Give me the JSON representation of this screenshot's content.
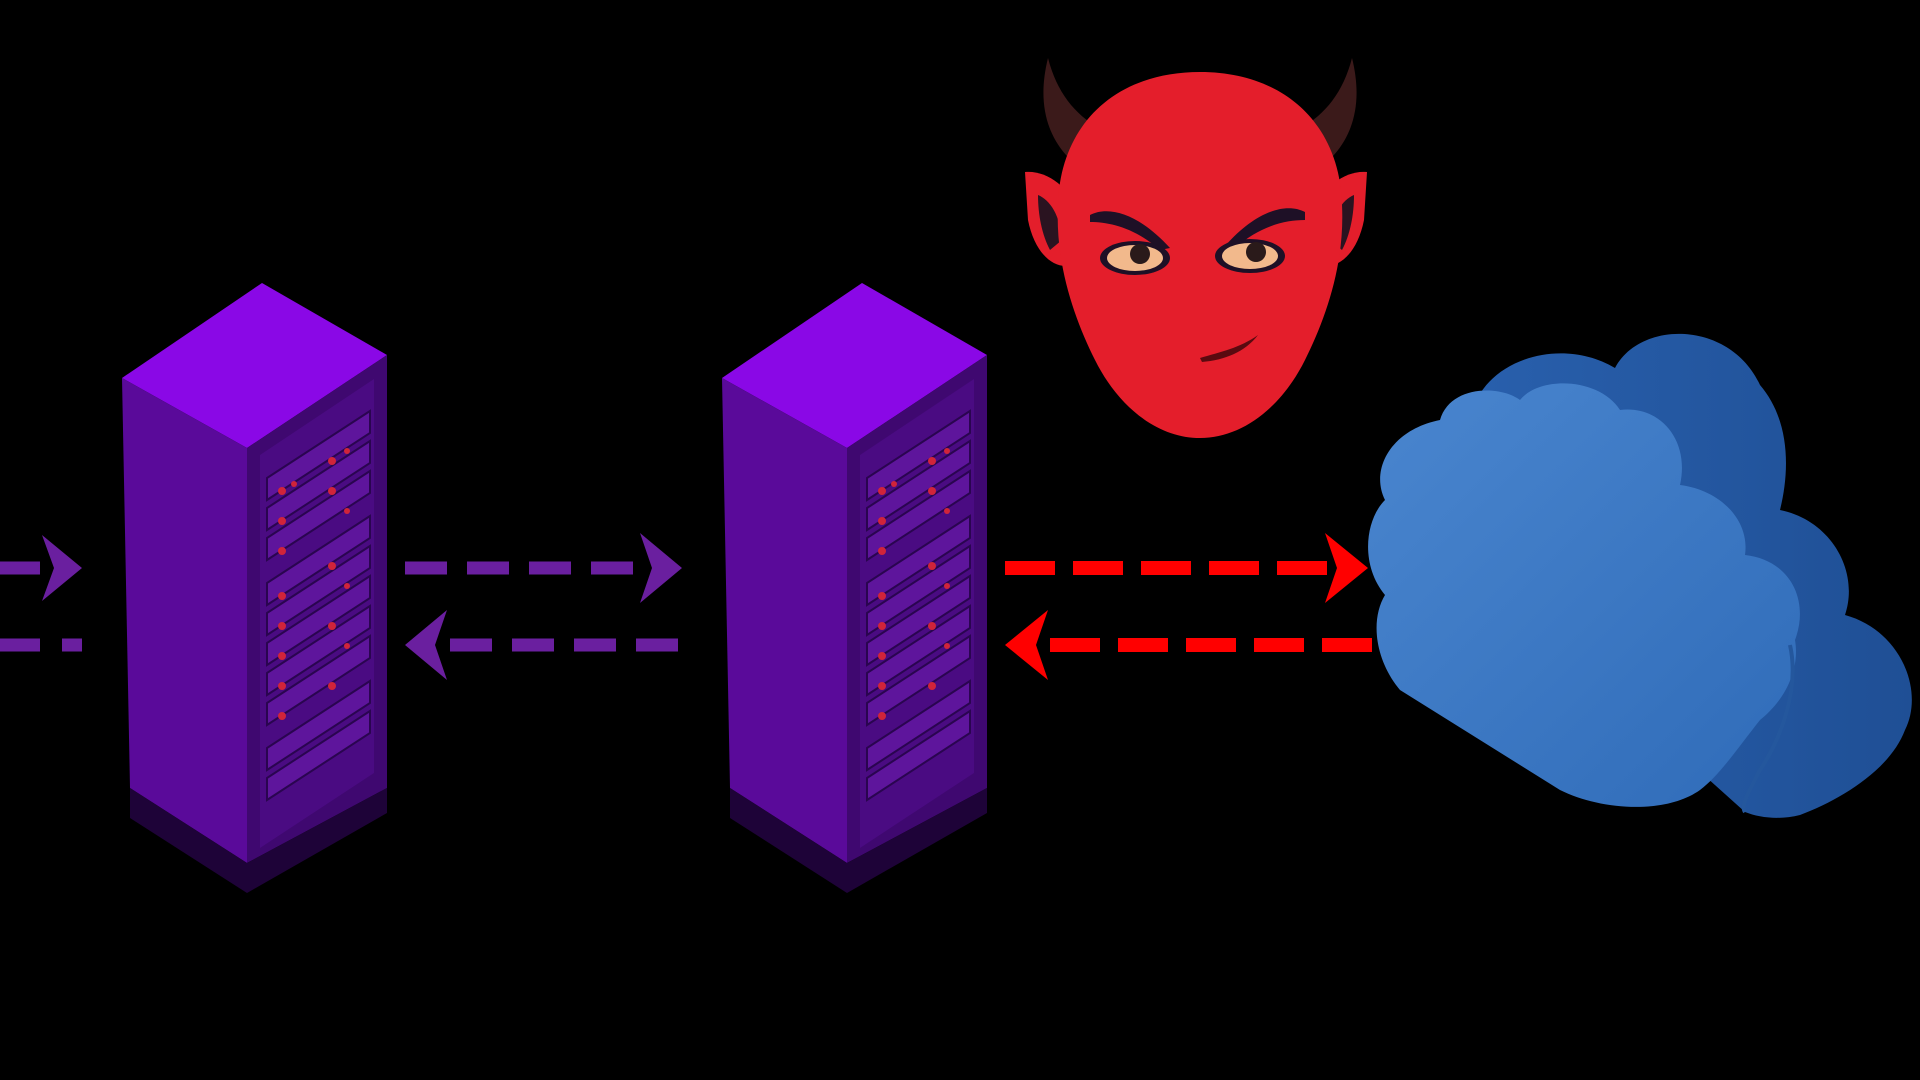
{
  "diagram": {
    "background_color": "#000000",
    "nodes": [
      {
        "id": "server-1",
        "kind": "server-rack",
        "icon": "server-rack-icon",
        "color": "#7b10c9"
      },
      {
        "id": "server-2",
        "kind": "server-rack",
        "icon": "server-rack-icon",
        "color": "#7b10c9"
      },
      {
        "id": "devil",
        "kind": "attacker",
        "icon": "devil-head-icon",
        "color": "#e41e2b"
      },
      {
        "id": "cloud",
        "kind": "cloud",
        "icon": "cloud-icon",
        "color": "#3a77c4"
      }
    ],
    "links": [
      {
        "from": "offscreen-left",
        "to": "server-1",
        "direction": "right",
        "style": "dashed",
        "color": "#6a1f9f"
      },
      {
        "from": "server-1",
        "to": "offscreen-left",
        "direction": "left",
        "style": "dashed",
        "color": "#6a1f9f"
      },
      {
        "from": "server-1",
        "to": "server-2",
        "direction": "right",
        "style": "dashed",
        "color": "#6a1f9f"
      },
      {
        "from": "server-2",
        "to": "server-1",
        "direction": "left",
        "style": "dashed",
        "color": "#6a1f9f"
      },
      {
        "from": "server-2",
        "to": "cloud",
        "direction": "right",
        "style": "dashed",
        "color": "#ff0000"
      },
      {
        "from": "cloud",
        "to": "server-2",
        "direction": "left",
        "style": "dashed",
        "color": "#ff0000"
      }
    ]
  }
}
